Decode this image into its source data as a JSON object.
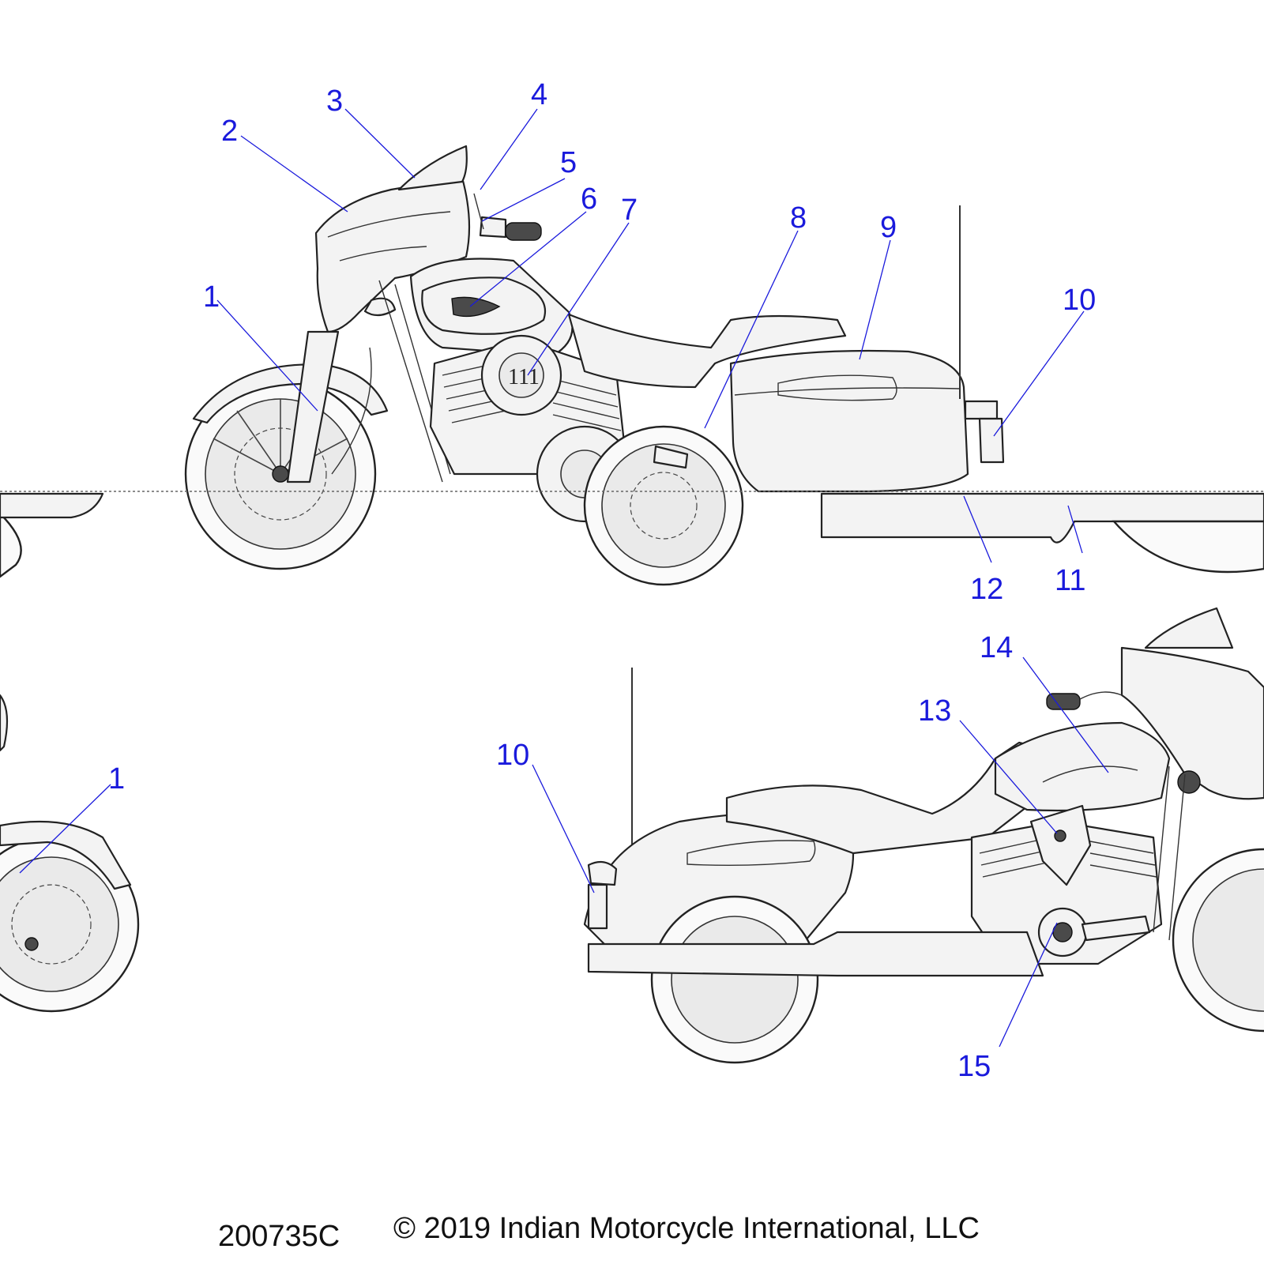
{
  "diagram": {
    "drawing_code": "200735C",
    "copyright": "© 2019 Indian Motorcycle International, LLC",
    "callout_color": "#1a1adc",
    "callouts": [
      {
        "label": "1"
      },
      {
        "label": "2"
      },
      {
        "label": "3"
      },
      {
        "label": "4"
      },
      {
        "label": "5"
      },
      {
        "label": "6"
      },
      {
        "label": "7"
      },
      {
        "label": "8"
      },
      {
        "label": "9"
      },
      {
        "label": "10"
      },
      {
        "label": "12"
      },
      {
        "label": "11"
      },
      {
        "label": "1"
      },
      {
        "label": "10"
      },
      {
        "label": "13"
      },
      {
        "label": "14"
      },
      {
        "label": "15"
      }
    ]
  }
}
